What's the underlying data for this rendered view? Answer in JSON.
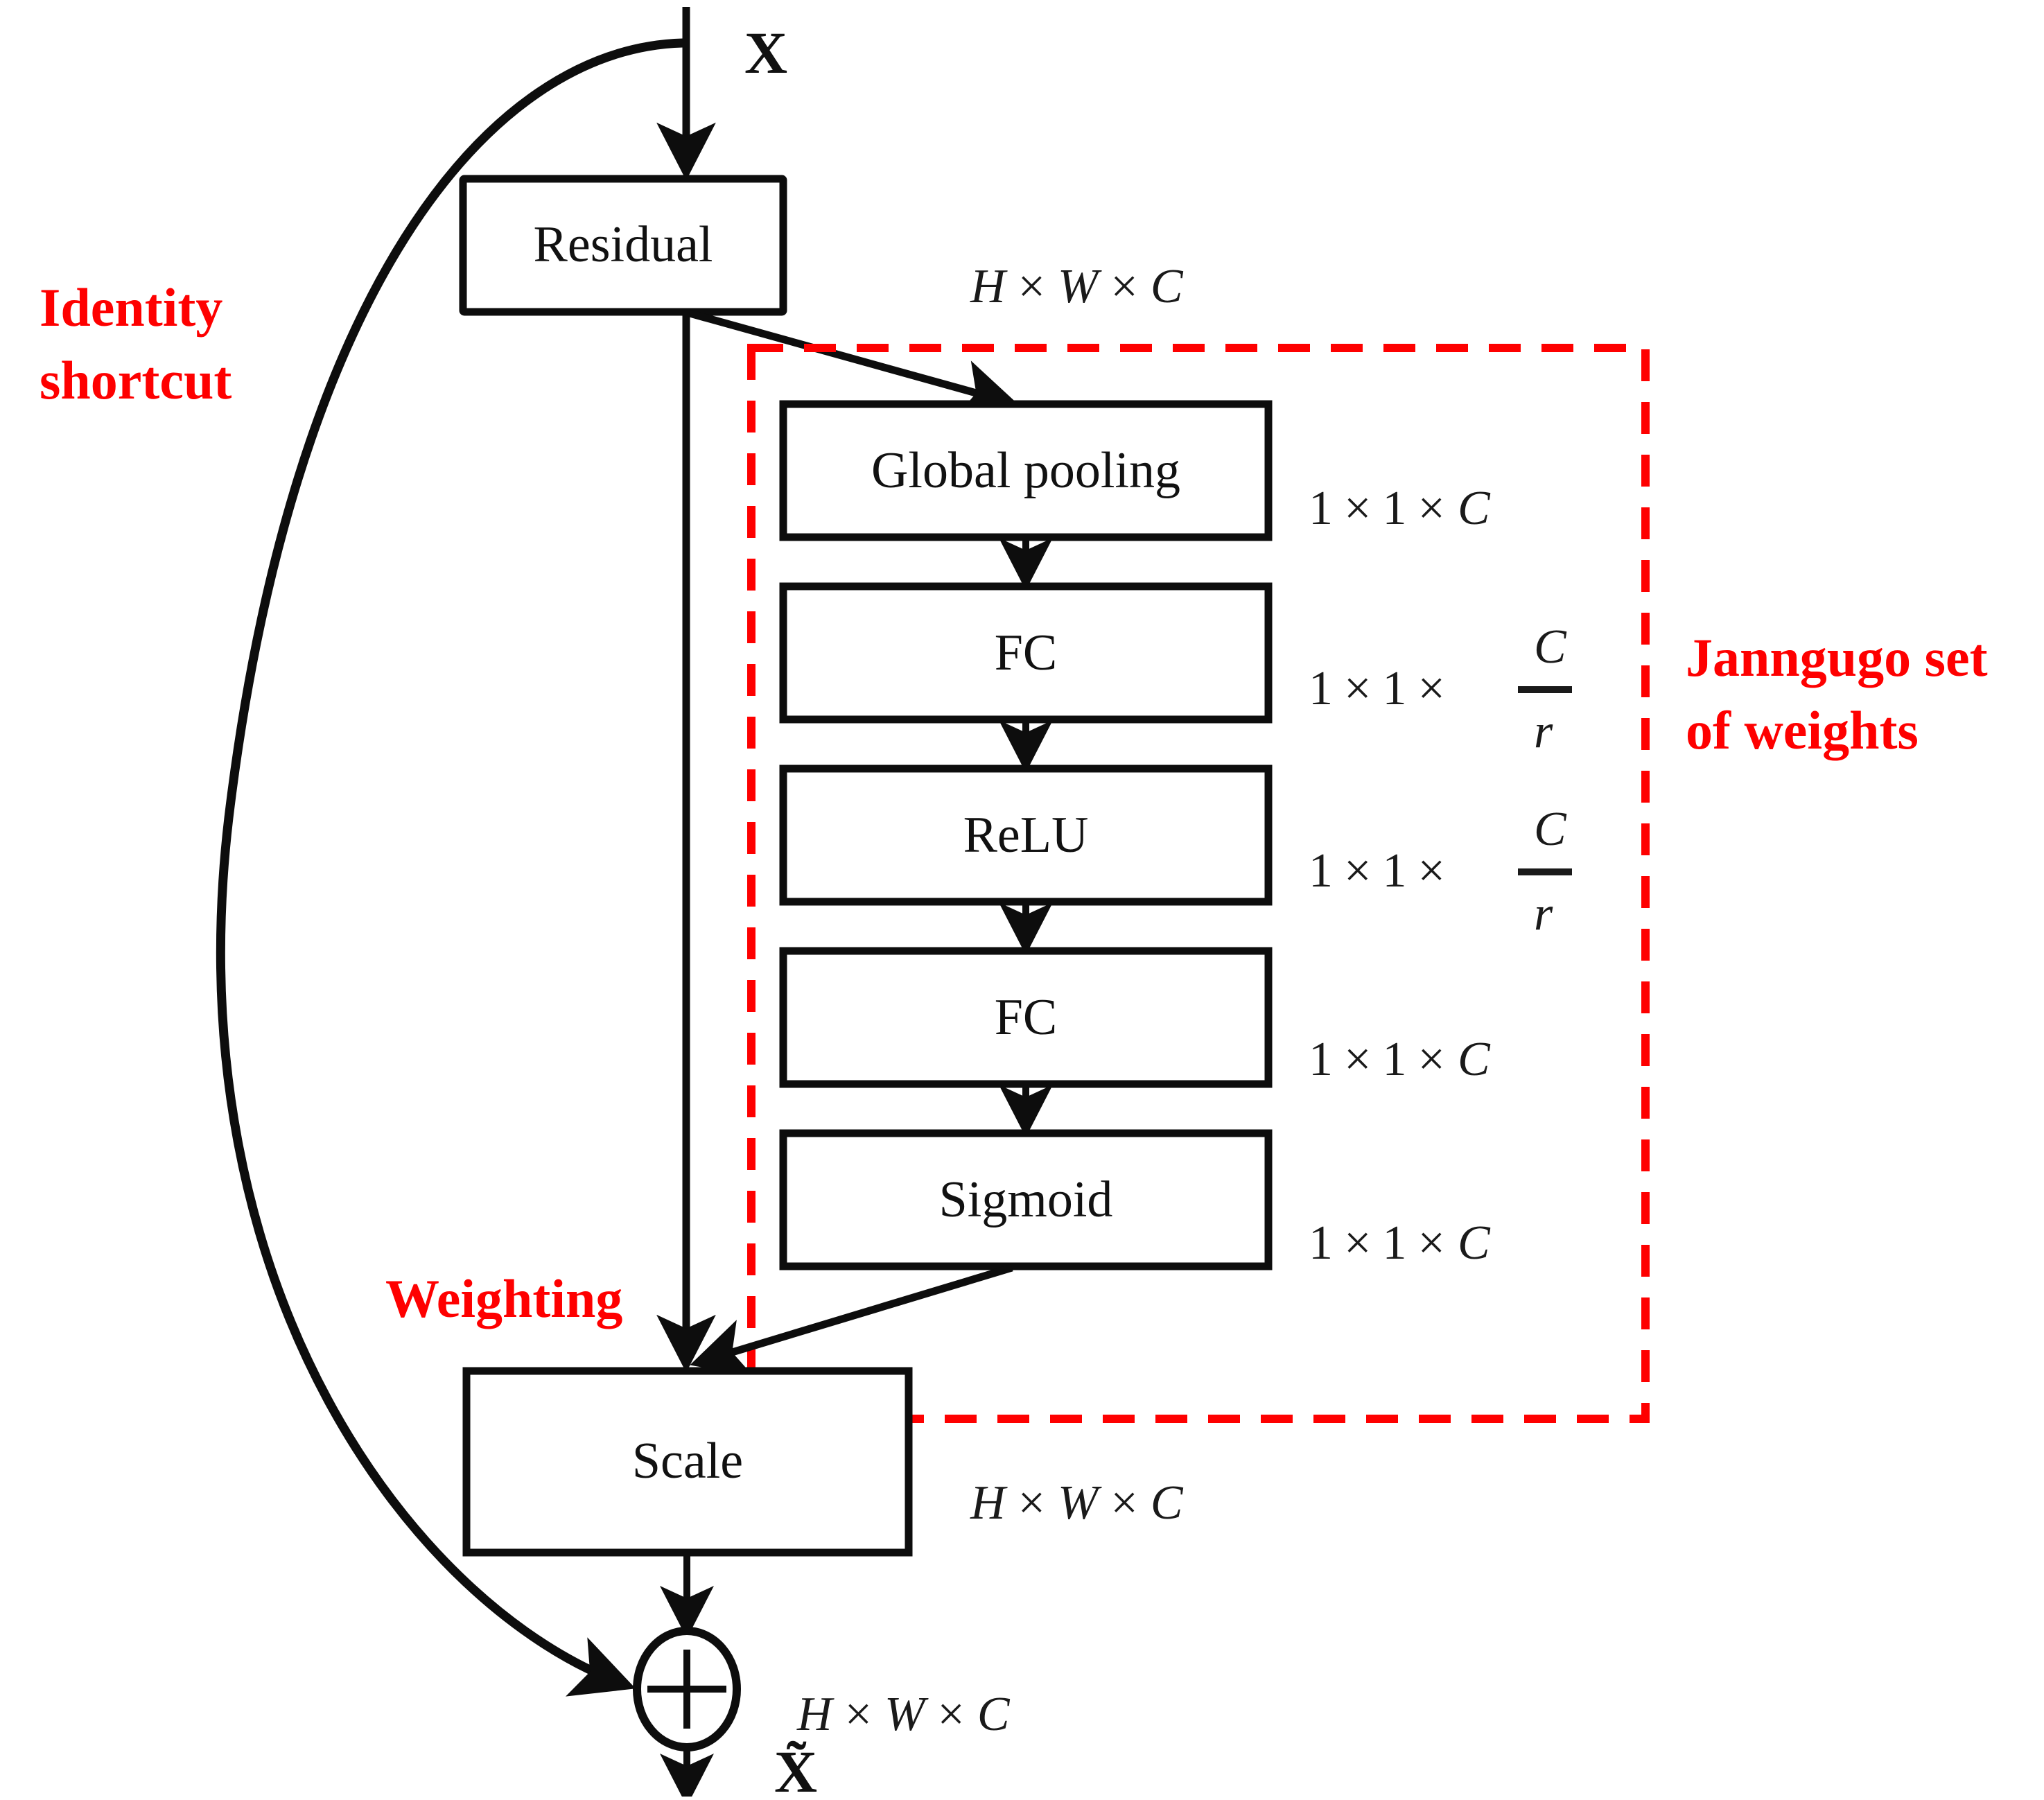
{
  "diagram": {
    "title_tensor_in": "X",
    "title_tensor_out": "X̃",
    "blocks": [
      {
        "id": "residual",
        "label": "Residual",
        "dim": "H × W × C"
      },
      {
        "id": "global-pooling",
        "label": "Global pooling",
        "dim": "1 × 1 × C"
      },
      {
        "id": "fc-1",
        "label": "FC",
        "dim": "1 × 1 × C/r"
      },
      {
        "id": "relu",
        "label": "ReLU",
        "dim": "1 × 1 × C/r"
      },
      {
        "id": "fc-2",
        "label": "FC",
        "dim": "1 × 1 × C"
      },
      {
        "id": "sigmoid",
        "label": "Sigmoid",
        "dim": "1 × 1 × C"
      },
      {
        "id": "scale",
        "label": "Scale",
        "dim": "H × W × C"
      }
    ],
    "sum_node": {
      "symbol": "+",
      "dim": "H × W × C"
    },
    "dims": {
      "residual": {
        "pre": "H",
        "mid": "W",
        "post": "C"
      },
      "global_pooling": {
        "pre": "1",
        "mid": "1",
        "post": "C"
      },
      "fc1": {
        "pre": "1",
        "mid": "1",
        "num": "C",
        "den": "r"
      },
      "relu": {
        "pre": "1",
        "mid": "1",
        "num": "C",
        "den": "r"
      },
      "fc2": {
        "pre": "1",
        "mid": "1",
        "post": "C"
      },
      "sigmoid": {
        "pre": "1",
        "mid": "1",
        "post": "C"
      },
      "scale": {
        "pre": "H",
        "mid": "W",
        "post": "C"
      },
      "sum": {
        "pre": "H",
        "mid": "W",
        "post": "C"
      },
      "times": "×"
    },
    "annotations": {
      "identity_shortcut_line1": "Identity",
      "identity_shortcut_line2": "shortcut",
      "janngugo_line1": "Janngugo set",
      "janngugo_line2": "of weights",
      "weighting": "Weighting"
    },
    "colors": {
      "annotation_red": "#fe0000",
      "stroke_black": "#0d0d0d",
      "background": "#ffffff"
    }
  }
}
